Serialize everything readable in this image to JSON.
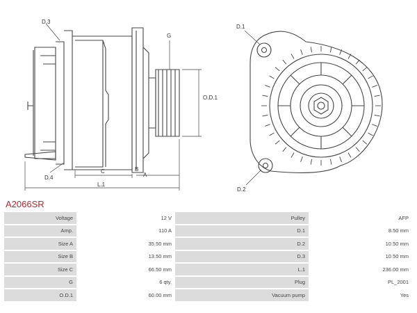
{
  "diagram": {
    "side_view": {
      "dims": {
        "d3": "D.3",
        "g": "G",
        "od1": "O.D.1",
        "d4": "D.4",
        "c": "C",
        "b": "B",
        "a": "A",
        "l1": "L.1"
      }
    },
    "front_view": {
      "dims": {
        "d1": "D.1",
        "d2": "D.2"
      }
    }
  },
  "product": {
    "code": "A2066SR"
  },
  "specs": {
    "rows": [
      {
        "label_left": "Voltage",
        "value_left": "12 V",
        "label_right": "Pulley",
        "value_right": "AFP"
      },
      {
        "label_left": "Amp.",
        "value_left": "110 A",
        "label_right": "D.1",
        "value_right": "8.50 mm"
      },
      {
        "label_left": "Size A",
        "value_left": "35.50 mm",
        "label_right": "D.2",
        "value_right": "10.50 mm"
      },
      {
        "label_left": "Size B",
        "value_left": "13.50 mm",
        "label_right": "D.3",
        "value_right": "10.50 mm"
      },
      {
        "label_left": "Size C",
        "value_left": "66.50 mm",
        "label_right": "L.1",
        "value_right": "236.00 mm"
      },
      {
        "label_left": "G",
        "value_left": "6 qty.",
        "label_right": "Plug",
        "value_right": "PL_2001"
      },
      {
        "label_left": "O.D.1",
        "value_left": "60.00 mm",
        "label_right": "Vacuum pump",
        "value_right": "Yes"
      }
    ]
  },
  "colors": {
    "accent": "#c0262d",
    "label_bg": "#dcdcdc",
    "line": "#444444"
  }
}
